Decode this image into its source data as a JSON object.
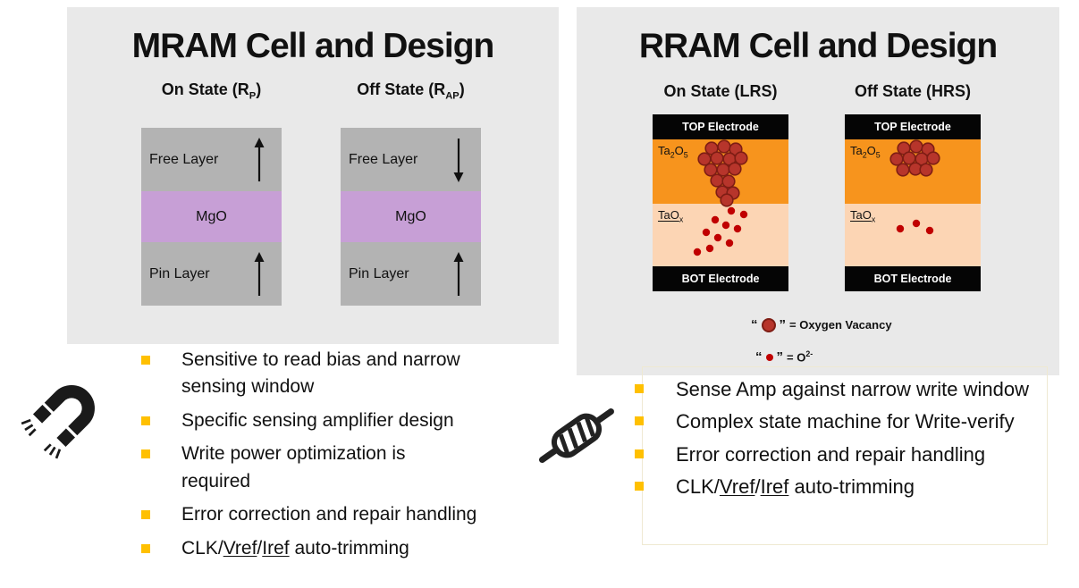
{
  "mram": {
    "title": "MRAM Cell and Design",
    "headers": {
      "on": {
        "pre": "On State (R",
        "sub": "P",
        "post": ")"
      },
      "off": {
        "pre": "Off State (R",
        "sub": "AP",
        "post": ")"
      }
    },
    "layers": {
      "free": "Free Layer",
      "barrier": "MgO",
      "pin": "Pin Layer"
    },
    "bullets": [
      "Sensitive to read bias and narrow\nsensing window",
      "Specific sensing amplifier design",
      "Write power optimization is\nrequired",
      "Error correction and repair handling"
    ],
    "trim_bullet": {
      "p0": "CLK/",
      "p1": "Vref",
      "p2": "/",
      "p3": "Iref",
      "p4": " auto-trimming"
    }
  },
  "rram": {
    "title": "RRAM Cell and Design",
    "headers": {
      "on": "On State (LRS)",
      "off": "Off State (HRS)"
    },
    "layers": {
      "top": "TOP Electrode",
      "oxide": {
        "p1": "Ta",
        "s1": "2",
        "p2": "O",
        "s2": "5"
      },
      "suboxide": {
        "p1": "TaO",
        "s1": "x"
      },
      "bot": "BOT Electrode"
    },
    "legend": {
      "vacancy": {
        "open_quote": "“",
        "close_quote": "”",
        "label": "= Oxygen Vacancy"
      },
      "ion": {
        "open_quote": "“",
        "close_quote": "”",
        "label_pre": "= O",
        "label_sup": "2-"
      }
    },
    "bullets": [
      "Sense Amp against narrow write window",
      "Complex state machine for Write-verify",
      "Error correction and repair handling"
    ],
    "trim_bullet": {
      "p0": "CLK/",
      "p1": "Vref",
      "p2": "/",
      "p3": "Iref",
      "p4": " auto-trimming"
    },
    "dots": {
      "on": {
        "vacancies": [
          [
            66,
            38
          ],
          [
            80,
            36
          ],
          [
            93,
            39
          ],
          [
            58,
            50
          ],
          [
            72,
            49
          ],
          [
            86,
            50
          ],
          [
            99,
            49
          ],
          [
            65,
            62
          ],
          [
            79,
            62
          ],
          [
            92,
            61
          ],
          [
            72,
            74
          ],
          [
            85,
            75
          ],
          [
            78,
            87
          ],
          [
            90,
            88
          ],
          [
            83,
            96
          ]
        ],
        "ions": [
          [
            88,
            108
          ],
          [
            102,
            112
          ],
          [
            70,
            118
          ],
          [
            82,
            124
          ],
          [
            95,
            128
          ],
          [
            60,
            132
          ],
          [
            73,
            138
          ],
          [
            86,
            144
          ],
          [
            64,
            150
          ],
          [
            50,
            154
          ]
        ]
      },
      "off": {
        "vacancies": [
          [
            66,
            38
          ],
          [
            80,
            36
          ],
          [
            93,
            39
          ],
          [
            58,
            50
          ],
          [
            72,
            49
          ],
          [
            86,
            50
          ],
          [
            99,
            49
          ],
          [
            65,
            62
          ],
          [
            79,
            61
          ],
          [
            91,
            62
          ]
        ],
        "ions": [
          [
            62,
            128
          ],
          [
            80,
            122
          ],
          [
            95,
            130
          ]
        ]
      }
    }
  },
  "colors": {
    "panel_bg": "#e9e9e9",
    "mram_layer_gray": "#b3b3b3",
    "mgo_purple": "#c79fd6",
    "electrode_black": "#050505",
    "ta2o5_orange": "#f7941d",
    "taox_peach": "#fcd5b4",
    "vacancy_fill": "#b7352b",
    "vacancy_stroke": "#7e1d14",
    "ion_fill": "#c00000",
    "bullet_gold": "#ffc000"
  }
}
